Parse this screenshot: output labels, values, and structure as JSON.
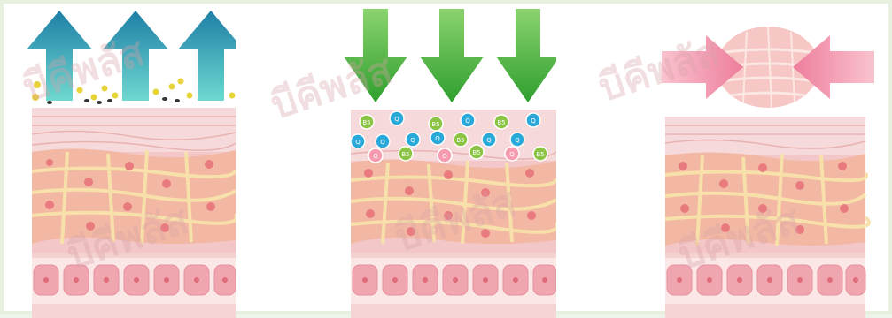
{
  "watermark": {
    "text": "บีคีพลัส"
  },
  "colors": {
    "teal_arrow": "#1e97b1",
    "green_arrow": "#45b53a",
    "pink_arrow": "#f08aa6",
    "skin_top": "#f6d9da",
    "skin_mid": "#f3b8a3",
    "skin_base": "#f3c7c8",
    "cell_nucleus": "#e97b7f",
    "vitamin_green": "#8ac442",
    "particle_blue": "#29a8da",
    "particle_pink": "#f79bb1",
    "impurity": "#e8d33b"
  },
  "panels": [
    {
      "id": "cleanse",
      "arrows": "up"
    },
    {
      "id": "nourish",
      "arrows": "down",
      "particle_labels": [
        "B5",
        "Q"
      ]
    },
    {
      "id": "firm",
      "arrows": "inward"
    }
  ]
}
